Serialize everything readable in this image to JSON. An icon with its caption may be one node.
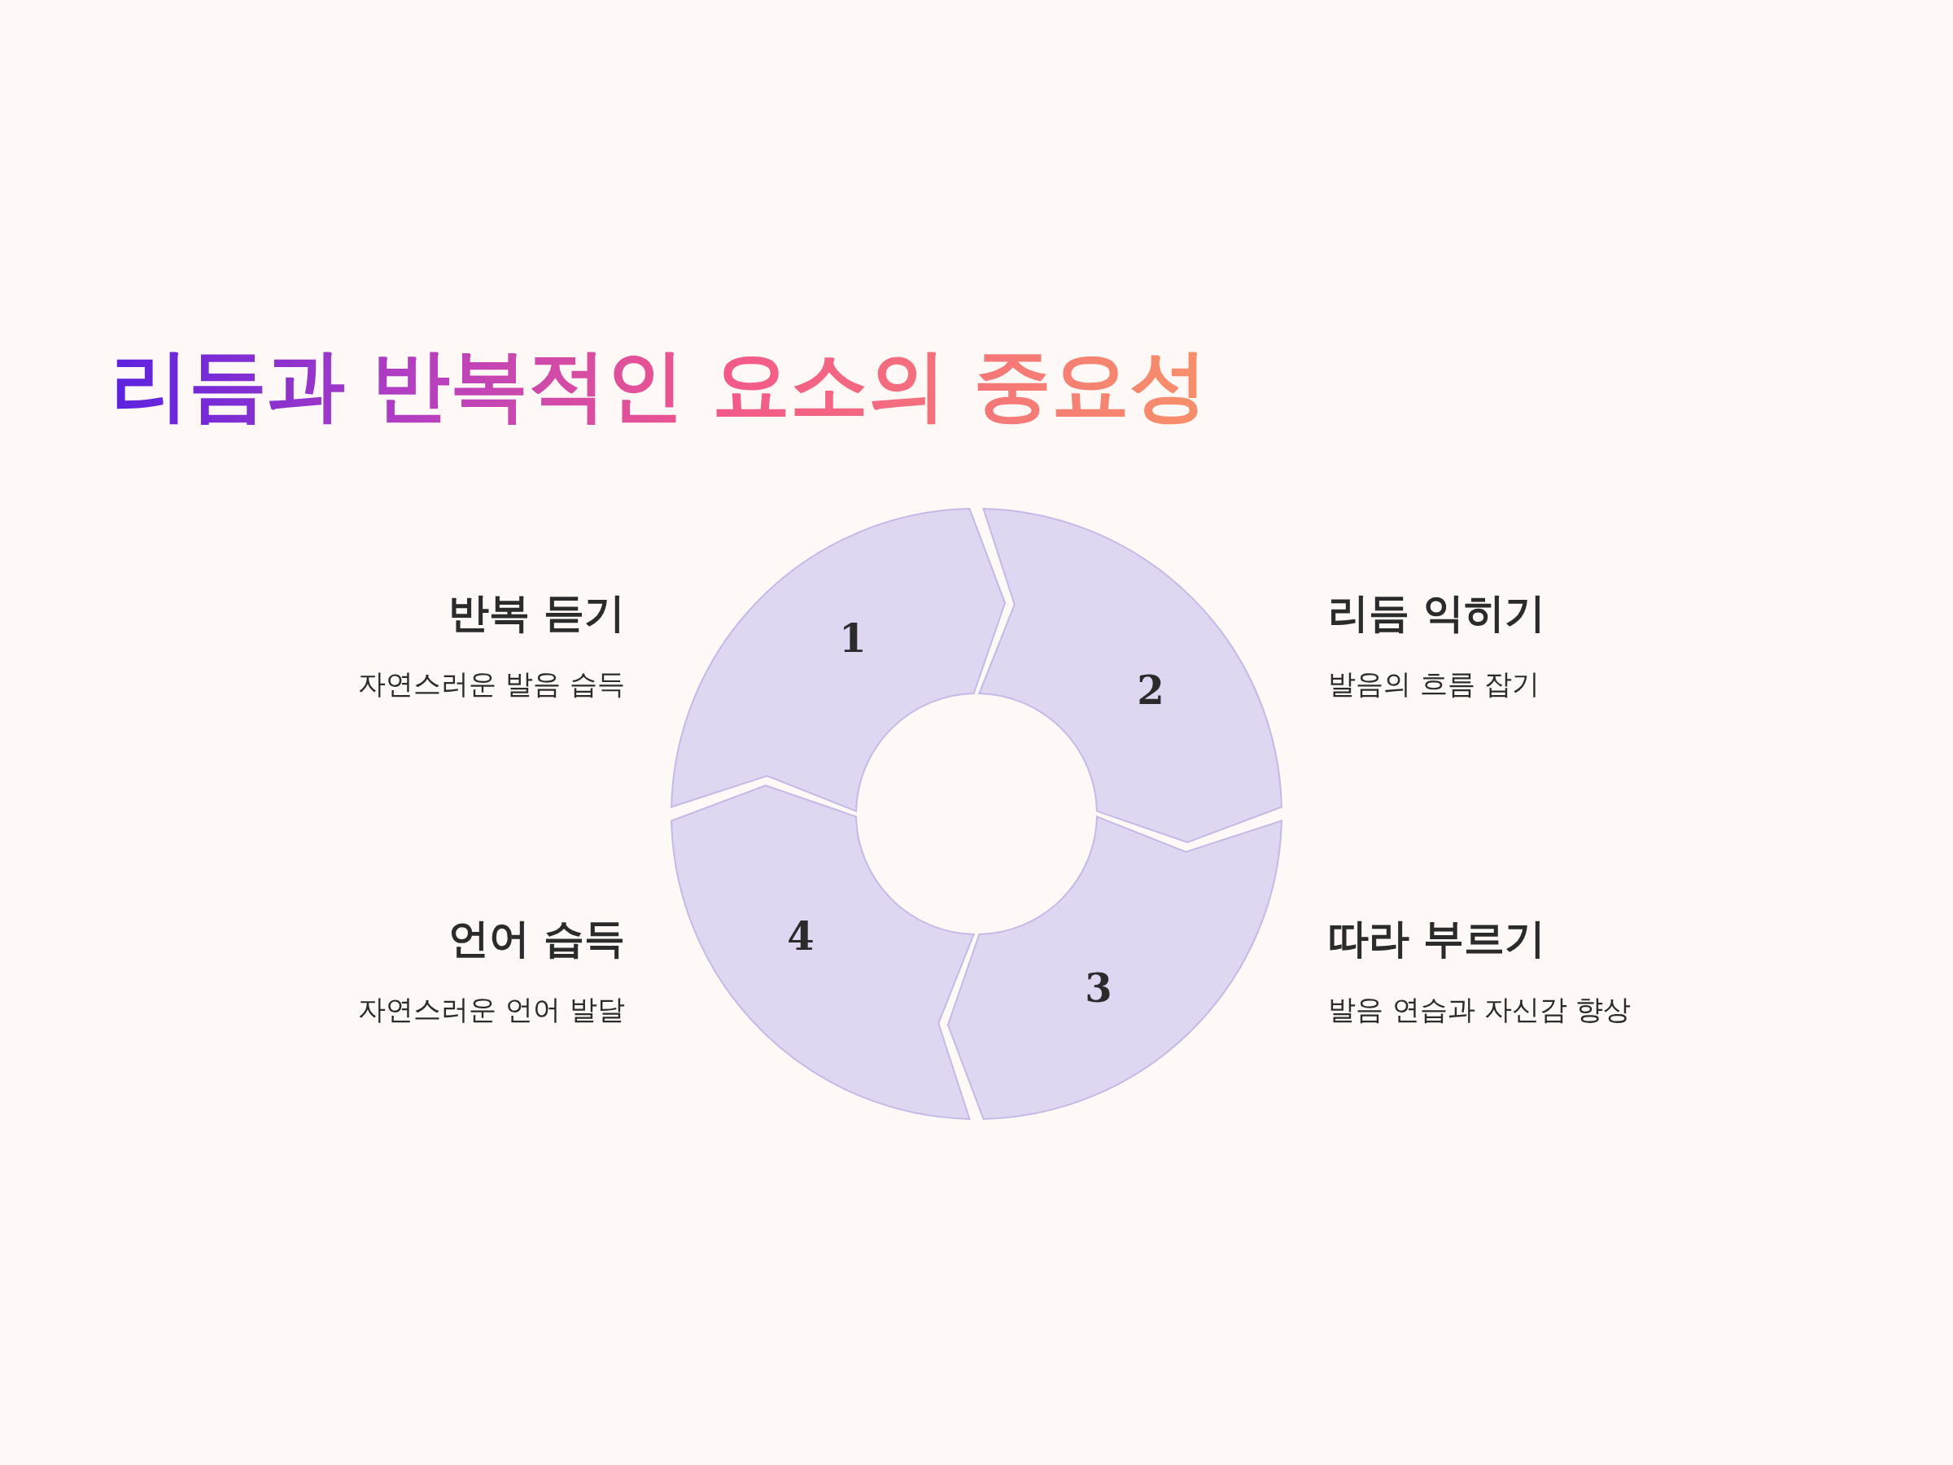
{
  "diagram": {
    "title": "리듬과 반복적인 요소의 중요성",
    "nodes": [
      {
        "text": [
          "1"
        ],
        "beside": [
          "반복 듣기",
          "자연스러운 발음 습득"
        ]
      },
      {
        "text": [
          "2"
        ],
        "beside": [
          "리듬 익히기",
          "발음의 흐름 잡기"
        ]
      },
      {
        "text": [
          "3"
        ],
        "beside": [
          "따라 부르기",
          "발음 연습과 자신감 향상"
        ]
      },
      {
        "text": [
          "4"
        ],
        "beside": [
          "언어 습득",
          "자연스러운 언어 발달"
        ]
      }
    ],
    "edges": []
  }
}
